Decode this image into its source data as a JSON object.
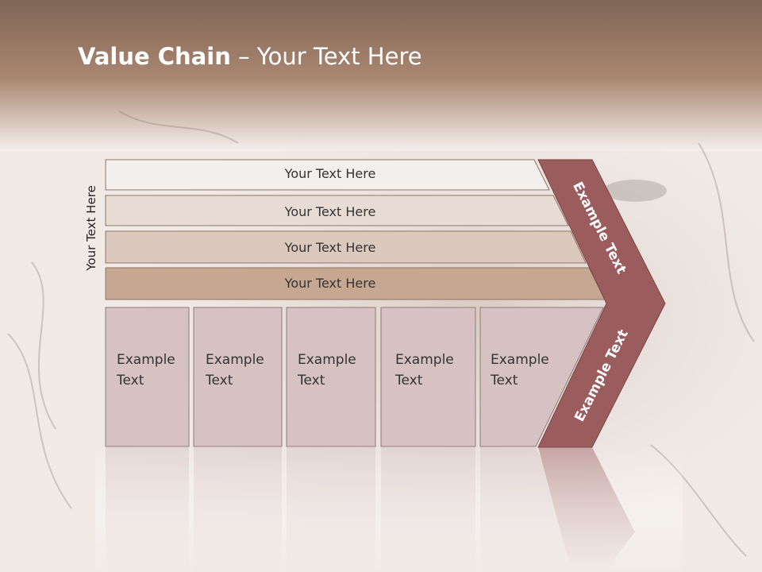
{
  "title": {
    "bold": "Value Chain",
    "rest": " – Your Text Here"
  },
  "side_label": "Your Text Here",
  "bars": [
    "Your Text Here",
    "Your Text Here",
    "Your Text Here",
    "Your Text Here"
  ],
  "boxes": [
    [
      "Example",
      "Text"
    ],
    [
      "Example",
      "Text"
    ],
    [
      "Example",
      "Text"
    ],
    [
      "Example",
      "Text"
    ],
    [
      "Example",
      "Text"
    ]
  ],
  "chevron_labels": [
    "Example Text",
    "Example Text"
  ],
  "colors": {
    "header": "#a07f6a",
    "bar1": "#f2efec",
    "bar2": "#e9dcd5",
    "bar3": "#dcc9bd",
    "bar4": "#c6a892",
    "box": "#d6c2c3",
    "chevron": "#9a5c5d"
  }
}
